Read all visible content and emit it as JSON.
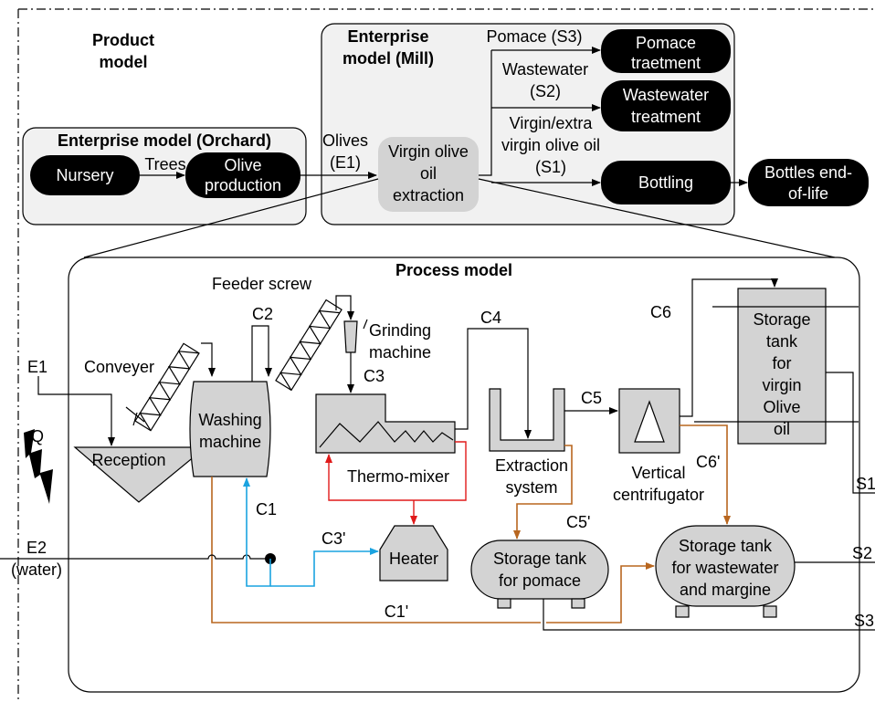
{
  "product_model": {
    "line1": "Product",
    "line2": "model"
  },
  "orchard": {
    "title": "Enterprise model (Orchard)",
    "nursery": "Nursery",
    "trees": "Trees",
    "olive_production": [
      "Olive",
      "production"
    ]
  },
  "mill": {
    "title": [
      "Enterprise",
      "model (Mill)"
    ],
    "olives_label": [
      "Olives",
      "(E1)"
    ],
    "extraction": [
      "Virgin olive",
      "oil",
      "extraction"
    ],
    "pomace_label": "Pomace (S3)",
    "pomace_treatment": [
      "Pomace",
      "traetment"
    ],
    "wastewater_label": [
      "Wastewater",
      "(S2)"
    ],
    "wastewater_treatment": [
      "Wastewater",
      "treatment"
    ],
    "oil_label": [
      "Virgin/extra",
      "virgin olive oil",
      "(S1)"
    ],
    "bottling": "Bottling",
    "bottles_eol": [
      "Bottles end-",
      "of-life"
    ]
  },
  "process": {
    "title": "Process model",
    "feeder_screw": "Feeder screw",
    "c2": "C2",
    "grinding": [
      "Grinding",
      "machine"
    ],
    "c3": "C3",
    "c4": "C4",
    "c6": "C6",
    "e1": "E1",
    "conveyer": "Conveyer",
    "q": "Q",
    "reception": "Reception",
    "washing": [
      "Washing",
      "machine"
    ],
    "thermo_mixer": "Thermo-mixer",
    "c5": "C5",
    "extraction_system": [
      "Extraction",
      "system"
    ],
    "vertical_centrifugator": [
      "Vertical",
      "centrifugator"
    ],
    "c6prime": "C6'",
    "storage_oil": [
      "Storage",
      "tank",
      "for",
      "virgin",
      "Olive",
      "oil"
    ],
    "s1": "S1",
    "c1": "C1",
    "c5prime": "C5'",
    "c3prime": "C3'",
    "e2": [
      "E2",
      "(water)"
    ],
    "heater": "Heater",
    "storage_pomace": [
      "Storage tank",
      "for pomace"
    ],
    "storage_wastewater": [
      "Storage tank",
      "for wastewater",
      "and margine"
    ],
    "s2": "S2",
    "c1prime": "C1'",
    "s3": "S3"
  },
  "colors": {
    "water_line": "#1aa3e0",
    "heat_line": "#e01a1a",
    "waste_line": "#b8661f",
    "node_fill": "#000000",
    "equipment_fill": "#d3d3d3"
  }
}
